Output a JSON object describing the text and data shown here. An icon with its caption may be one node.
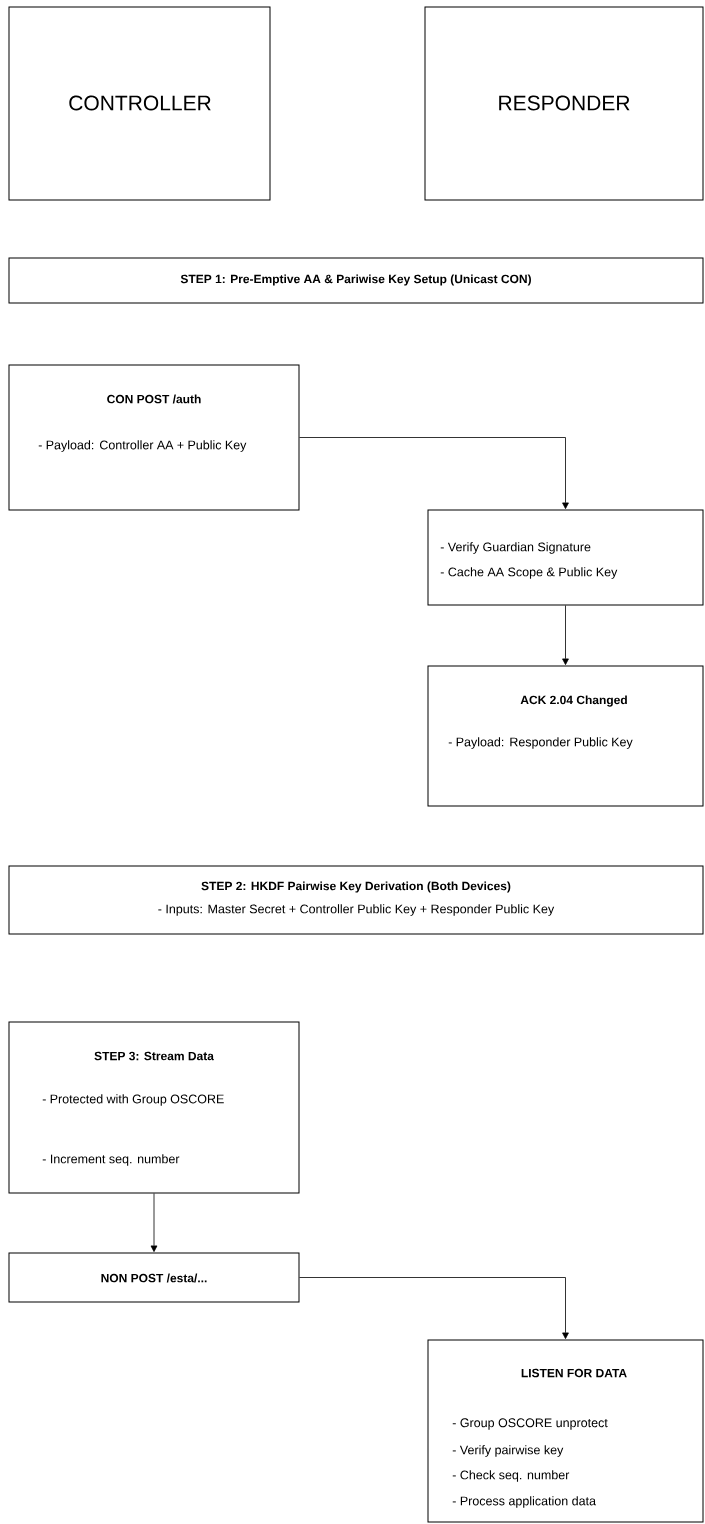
{
  "diagram": {
    "nodes": [
      {
        "text": [
          "CONTROLLER"
        ]
      },
      {
        "text": [
          "RESPONDER"
        ]
      },
      {
        "text": [
          "STEP 1: Pre-Emptive AA & Pariwise Key Setup (Unicast CON)"
        ]
      },
      {
        "text": [
          "CON POST /auth",
          "- Payload: Controller AA + Public Key"
        ]
      },
      {
        "text": [
          "- Verify Guardian Signature",
          "- Cache AA Scope & Public Key"
        ]
      },
      {
        "text": [
          "ACK 2.04 Changed",
          "- Payload: Responder Public Key"
        ]
      },
      {
        "text": [
          "STEP 2: HKDF Pairwise Key Derivation (Both Devices)",
          "- Inputs: Master Secret + Controller Public Key + Responder Public Key"
        ]
      },
      {
        "text": [
          "STEP 3: Stream Data",
          "- Protected with Group OSCORE",
          "- Increment seq. number"
        ]
      },
      {
        "text": [
          "NON POST /esta/..."
        ]
      },
      {
        "text": [
          "LISTEN FOR DATA",
          "- Group OSCORE unprotect",
          "- Verify pairwise key",
          "- Check seq. number",
          "- Process application data"
        ]
      }
    ],
    "edges": [
      {
        "from": 3,
        "to": 4,
        "arrow": "to"
      },
      {
        "from": 4,
        "to": 5,
        "arrow": "to"
      },
      {
        "from": 7,
        "to": 8,
        "arrow": "to"
      },
      {
        "from": 8,
        "to": 9,
        "arrow": "to"
      }
    ]
  }
}
